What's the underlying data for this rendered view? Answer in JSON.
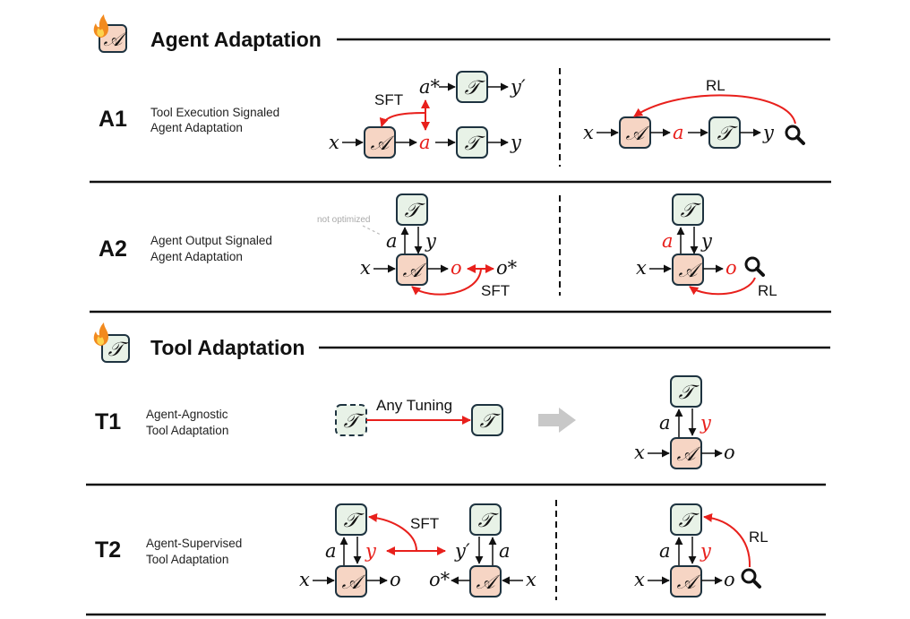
{
  "sections": [
    {
      "id": "agent",
      "title": "Agent Adaptation",
      "icon": "fire-icon",
      "badge_symbol": "𝒜",
      "rows": [
        {
          "id": "A1",
          "desc_line1": "Tool Execution Signaled",
          "desc_line2": "Agent Adaptation",
          "left": {
            "method": "SFT",
            "x": "x",
            "a": "a",
            "a_star": "a*",
            "y": "y",
            "y_prime": "y′"
          },
          "right": {
            "method": "RL",
            "x": "x",
            "a": "a",
            "y": "y"
          }
        },
        {
          "id": "A2",
          "desc_line1": "Agent Output Signaled",
          "desc_line2": "Agent Adaptation",
          "note": "not optimized",
          "left": {
            "method": "SFT",
            "x": "x",
            "a": "a",
            "y": "y",
            "o": "o",
            "o_star": "o*"
          },
          "right": {
            "method": "RL",
            "x": "x",
            "a": "a",
            "y": "y",
            "o": "o"
          }
        }
      ]
    },
    {
      "id": "tool",
      "title": "Tool Adaptation",
      "icon": "fire-icon",
      "badge_symbol": "𝒯",
      "rows": [
        {
          "id": "T1",
          "desc_line1": "Agent-Agnostic",
          "desc_line2": "Tool Adaptation",
          "left": {
            "method": "Any Tuning"
          },
          "right": {
            "x": "x",
            "a": "a",
            "y": "y",
            "o": "o"
          }
        },
        {
          "id": "T2",
          "desc_line1": "Agent-Supervised",
          "desc_line2": "Tool Adaptation",
          "left": {
            "method": "SFT",
            "x": "x",
            "a": "a",
            "y": "y",
            "o": "o",
            "y_prime": "y′",
            "o_star": "o*"
          },
          "right": {
            "method": "RL",
            "x": "x",
            "a": "a",
            "y": "y",
            "o": "o"
          }
        }
      ]
    }
  ],
  "symbols": {
    "agent": "𝒜",
    "tool": "𝒯"
  },
  "colors": {
    "agent_fill": "#f6d5c4",
    "tool_fill": "#e8f2e7",
    "box_stroke": "#1e3340",
    "accent_red": "#e8201c",
    "arrow_gray": "#c8c8c8"
  }
}
